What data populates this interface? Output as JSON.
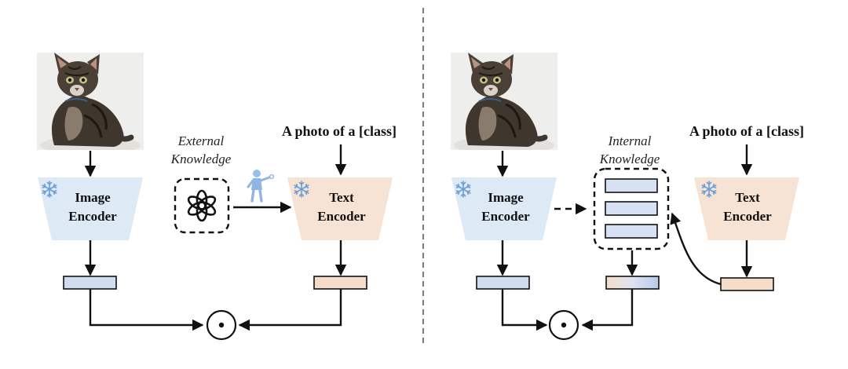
{
  "left_panel": {
    "image_encoder": {
      "line1": "Image",
      "line2": "Encoder"
    },
    "text_encoder": {
      "line1": "Text",
      "line2": "Encoder"
    },
    "prompt": "A photo of a [class]",
    "knowledge": {
      "line1": "External",
      "line2": "Knowledge"
    },
    "product_symbol": "⊙"
  },
  "right_panel": {
    "image_encoder": {
      "line1": "Image",
      "line2": "Encoder"
    },
    "text_encoder": {
      "line1": "Text",
      "line2": "Encoder"
    },
    "prompt": "A photo of a [class]",
    "knowledge": {
      "line1": "Internal",
      "line2": "Knowledge"
    },
    "product_symbol": "⊙"
  },
  "colors": {
    "image_encoder_fill": "#dde9f5",
    "text_encoder_fill": "#f7e3d4",
    "image_feature_fill": "#cfdbee",
    "text_feature_fill": "#f5dcc8",
    "knowledge_slot_fill": "#d6e2f3",
    "snowflake": "#6b9fd6"
  },
  "icons": {
    "frozen": "snowflake-icon",
    "llm": "openai-logo-icon",
    "agent": "person-figure-icon",
    "input": "kitten-photo"
  }
}
